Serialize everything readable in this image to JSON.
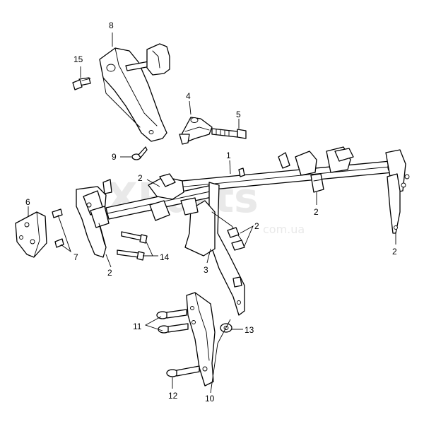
{
  "watermark": {
    "brand": "XParts",
    "domain": "com.ua"
  },
  "callouts": [
    {
      "id": "c1",
      "label": "1"
    },
    {
      "id": "c2a",
      "label": "2"
    },
    {
      "id": "c2b",
      "label": "2"
    },
    {
      "id": "c2c",
      "label": "2"
    },
    {
      "id": "c2d",
      "label": "2"
    },
    {
      "id": "c2e",
      "label": "2"
    },
    {
      "id": "c3",
      "label": "3"
    },
    {
      "id": "c4",
      "label": "4"
    },
    {
      "id": "c5",
      "label": "5"
    },
    {
      "id": "c6",
      "label": "6"
    },
    {
      "id": "c7",
      "label": "7"
    },
    {
      "id": "c8",
      "label": "8"
    },
    {
      "id": "c9",
      "label": "9"
    },
    {
      "id": "c10",
      "label": "10"
    },
    {
      "id": "c11",
      "label": "11"
    },
    {
      "id": "c12",
      "label": "12"
    },
    {
      "id": "c13",
      "label": "13"
    },
    {
      "id": "c14",
      "label": "14"
    },
    {
      "id": "c15",
      "label": "15"
    }
  ]
}
